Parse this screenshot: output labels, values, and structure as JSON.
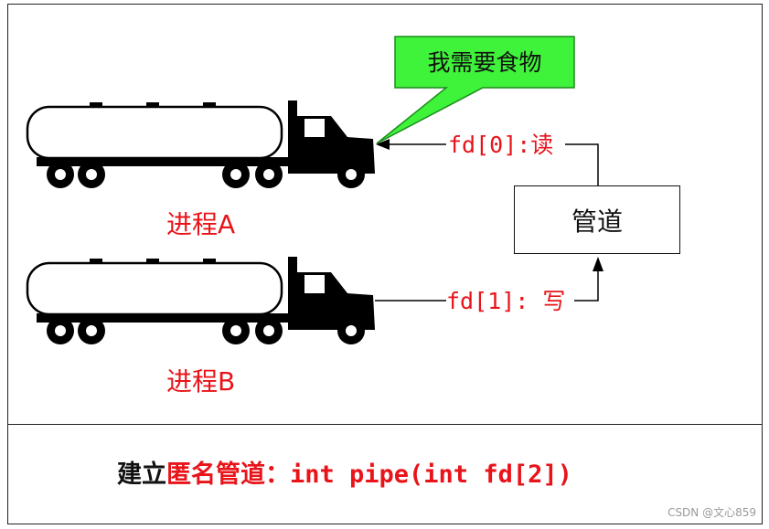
{
  "diagram": {
    "speech_bubble": "我需要食物",
    "process_a_label": "进程A",
    "process_b_label": "进程B",
    "read_end_label": "fd[0]:读",
    "write_end_label": "fd[1]: 写",
    "pipe_label": "管道"
  },
  "caption": {
    "prefix": "建立",
    "highlight": "匿名管道：",
    "code": "int pipe(int fd[2])"
  },
  "watermark": "CSDN @文心859",
  "colors": {
    "red": "#e8141a",
    "bubble_fill": "#3ff23a",
    "bubble_stroke": "#1c8c1c",
    "truck": "#000000"
  }
}
